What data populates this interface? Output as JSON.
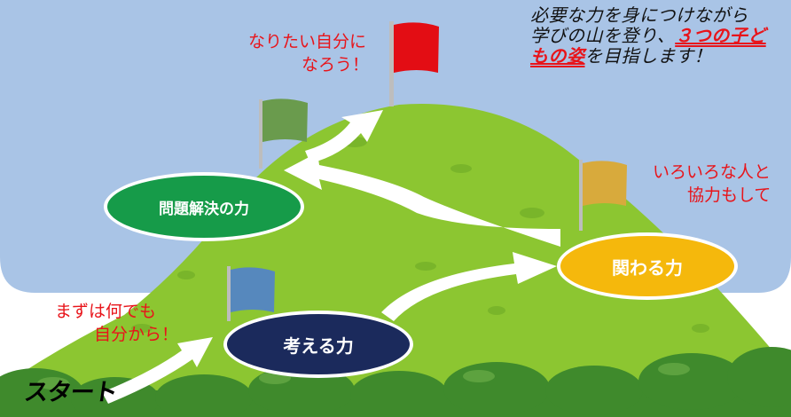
{
  "intro": {
    "line1": "必要な力を身につけながら",
    "line2_pre": "学びの山を登り、",
    "line2_hl": "３つの子ど",
    "line3_hl": "もの姿",
    "line3_post": "を目指します！"
  },
  "captions": {
    "goal_1": "なりたい自分に",
    "goal_2": "なろう！",
    "people_1": "いろいろな人と",
    "people_2": "協力もして",
    "self_1": "まずは何でも",
    "self_2": "自分から！"
  },
  "stages": {
    "think": "考える力",
    "relate": "関わる力",
    "solve": "問題解決の力"
  },
  "start": "スタート",
  "colors": {
    "sky": "#a9c4e6",
    "hill": "#8cc631",
    "bushes": "#3f8a2c",
    "think_oval": "#1b2a5c",
    "relate_oval": "#f5b80c",
    "solve_oval": "#169b49",
    "red_flag": "#e30d14",
    "green_flag": "#6a9b4d",
    "gold_flag": "#d8aa3c",
    "blue_flag": "#5688bd",
    "red_text": "#e8141a"
  }
}
